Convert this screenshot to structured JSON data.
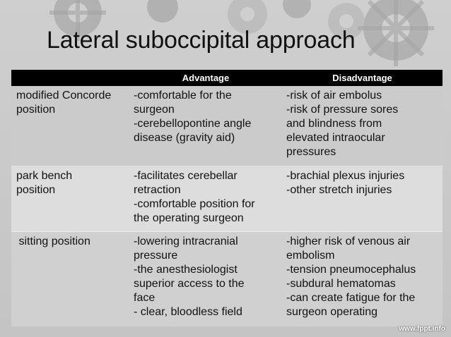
{
  "title": "Lateral suboccipital approach",
  "table": {
    "headers": [
      "",
      "Advantage",
      "Disadvantage"
    ],
    "rows": [
      {
        "position": [
          "modified Concorde",
          "position"
        ],
        "advantage": [
          "-comfortable for the",
          "surgeon",
          "-cerebellopontine  angle",
          "disease (gravity aid)"
        ],
        "disadvantage": [
          "-risk  of  air  embolus",
          "-risk  of  pressure  sores",
          "and  blindness  from",
          "elevated intraocular",
          "pressures"
        ]
      },
      {
        "position": [
          "park bench",
          "position"
        ],
        "advantage": [
          "-facilitates cerebellar",
          "retraction",
          "-comfortable position for",
          "the operating surgeon"
        ],
        "disadvantage": [
          "-brachial plexus injuries",
          "-other stretch injuries"
        ]
      },
      {
        "position": [
          " sitting position"
        ],
        "advantage": [
          "-lowering intracranial",
          "pressure",
          "-the anesthesiologist",
          "superior access to the",
          "face",
          "- clear, bloodless field"
        ],
        "disadvantage": [
          "-higher risk of venous air",
          "embolism",
          "-tension pneumocephalus",
          "-subdural hematomas",
          "-can create fatigue for the",
          "surgeon operating"
        ]
      }
    ]
  },
  "watermark": "www.fppt.info"
}
